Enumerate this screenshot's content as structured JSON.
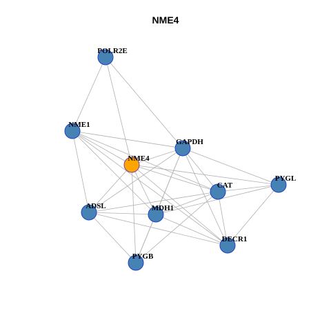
{
  "title": "NME4",
  "colors": {
    "node_fill": "#4682B4",
    "node_stroke": "#1F3FC8",
    "center_fill": "#FFA500",
    "center_stroke": "#7A3F9A",
    "edge": "#B0B0B0",
    "label": "#000000"
  },
  "nodes": [
    {
      "id": "POLR2E",
      "label": "POLR2E",
      "center": false
    },
    {
      "id": "NME1",
      "label": "NME1",
      "center": false
    },
    {
      "id": "GAPDH",
      "label": "GAPDH",
      "center": false
    },
    {
      "id": "NME4",
      "label": "NME4",
      "center": true
    },
    {
      "id": "PYGL",
      "label": "PYGL",
      "center": false
    },
    {
      "id": "CAT",
      "label": "CAT",
      "center": false
    },
    {
      "id": "ADSL",
      "label": "ADSL",
      "center": false
    },
    {
      "id": "MDH1",
      "label": "MDH1",
      "center": false
    },
    {
      "id": "DECR1",
      "label": "DECR1",
      "center": false
    },
    {
      "id": "PYGB",
      "label": "PYGB",
      "center": false
    }
  ],
  "edges": [
    [
      "POLR2E",
      "NME1"
    ],
    [
      "POLR2E",
      "NME4"
    ],
    [
      "POLR2E",
      "GAPDH"
    ],
    [
      "NME1",
      "GAPDH"
    ],
    [
      "NME1",
      "NME4"
    ],
    [
      "NME1",
      "ADSL"
    ],
    [
      "NME1",
      "MDH1"
    ],
    [
      "NME1",
      "CAT"
    ],
    [
      "NME1",
      "DECR1"
    ],
    [
      "NME4",
      "GAPDH"
    ],
    [
      "NME4",
      "CAT"
    ],
    [
      "NME4",
      "PYGL"
    ],
    [
      "NME4",
      "MDH1"
    ],
    [
      "NME4",
      "ADSL"
    ],
    [
      "NME4",
      "PYGB"
    ],
    [
      "NME4",
      "DECR1"
    ],
    [
      "GAPDH",
      "PYGL"
    ],
    [
      "GAPDH",
      "CAT"
    ],
    [
      "GAPDH",
      "MDH1"
    ],
    [
      "GAPDH",
      "PYGB"
    ],
    [
      "GAPDH",
      "DECR1"
    ],
    [
      "GAPDH",
      "ADSL"
    ],
    [
      "CAT",
      "PYGL"
    ],
    [
      "CAT",
      "MDH1"
    ],
    [
      "CAT",
      "ADSL"
    ],
    [
      "CAT",
      "DECR1"
    ],
    [
      "CAT",
      "PYGB"
    ],
    [
      "PYGL",
      "MDH1"
    ],
    [
      "PYGL",
      "DECR1"
    ],
    [
      "ADSL",
      "MDH1"
    ],
    [
      "ADSL",
      "PYGB"
    ],
    [
      "ADSL",
      "DECR1"
    ],
    [
      "MDH1",
      "DECR1"
    ],
    [
      "MDH1",
      "PYGB"
    ]
  ]
}
